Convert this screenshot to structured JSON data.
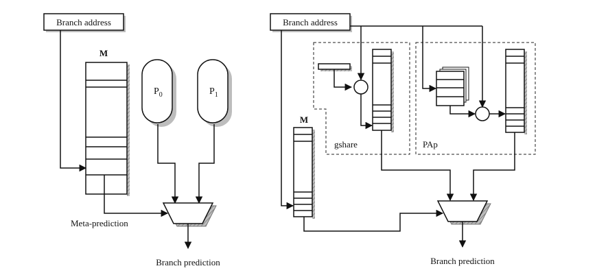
{
  "left": {
    "branch_address": "Branch address",
    "meta_table_label": "M",
    "predictor_0": {
      "name": "P",
      "subscript": "0"
    },
    "predictor_1": {
      "name": "P",
      "subscript": "1"
    },
    "meta_prediction": "Meta-prediction",
    "output": "Branch prediction"
  },
  "right": {
    "branch_address": "Branch address",
    "meta_table_label": "M",
    "gshare_label": "gshare",
    "pap_label": "PAp",
    "output": "Branch prediction"
  }
}
